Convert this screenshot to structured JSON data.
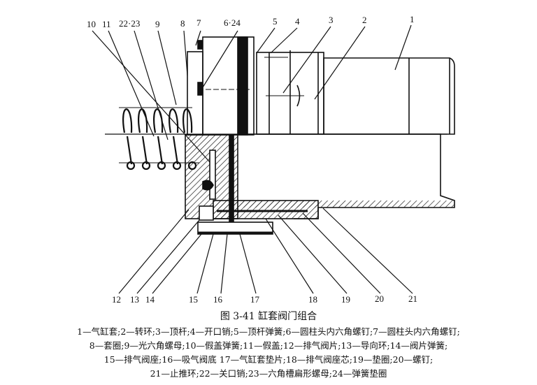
{
  "diagram": {
    "labels_top": [
      "10",
      "11",
      "22·23",
      "9",
      "8",
      "7",
      "6·24",
      "5",
      "4",
      "3",
      "2",
      "1"
    ],
    "labels_bottom": [
      "12",
      "13",
      "14",
      "15",
      "16",
      "17",
      "18",
      "19",
      "20",
      "21"
    ]
  },
  "caption": {
    "title": "图 3-41   缸套阀门组合",
    "legend_lines": [
      "1—气缸套;2—转环;3—顶杆;4—开口销;5—顶杆弹簧;6—圆柱头内六角螺钉;7—圆柱头内六角螺钉;",
      "8—套圈;9—光六角螺母;10—假盖弹簧;11—假盖;12—排气阀片;13—导向环;14—阀片弹簧;",
      "15—排气阀座;16—吸气阀底  17—气缸套垫片;18—排气阀座芯;19—垫圈;20—螺钉;",
      "21—止推环;22—关口销;23—六角槽扁形螺母;24—弹簧垫圈"
    ]
  }
}
